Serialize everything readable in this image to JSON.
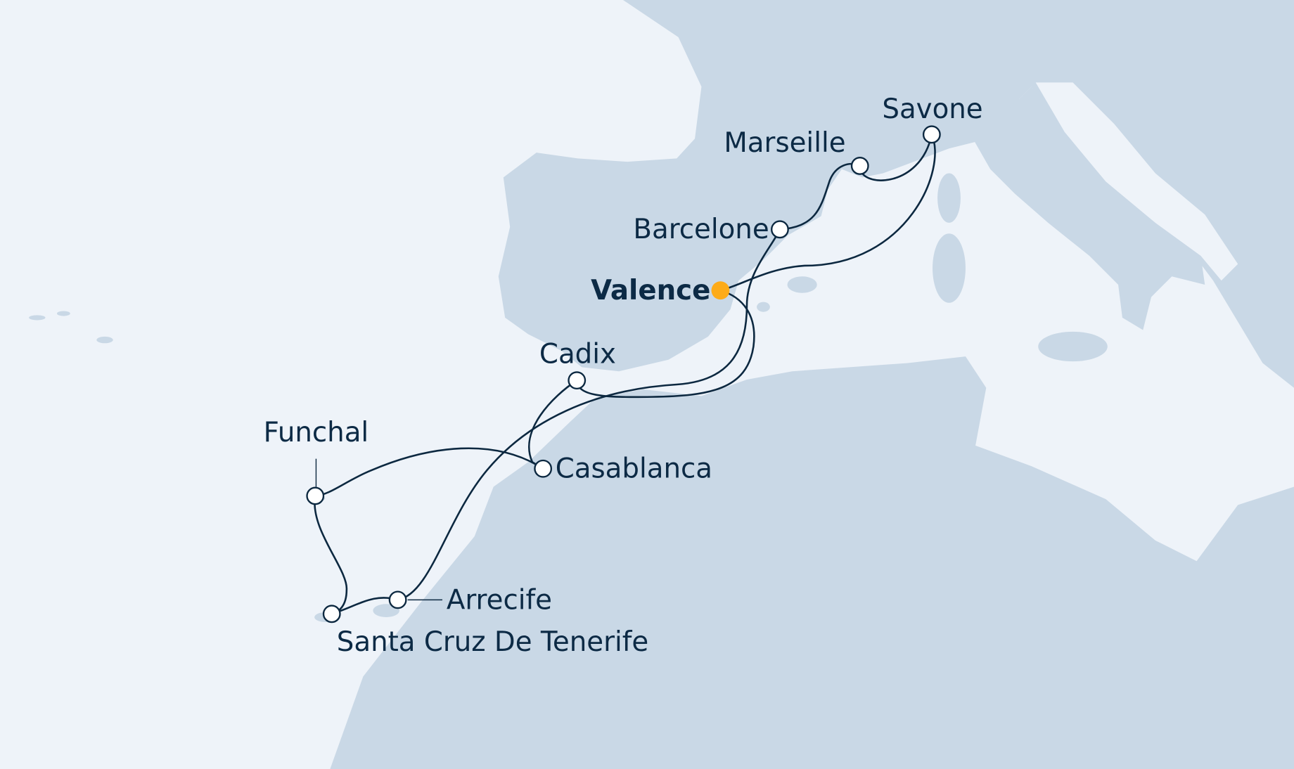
{
  "map": {
    "colors": {
      "sea": "#eef3f9",
      "land": "#c9d8e6",
      "route": "#0c2840",
      "start_port": "#fdab18"
    },
    "ports": [
      {
        "name": "Valence",
        "role": "departure"
      },
      {
        "name": "Barcelone"
      },
      {
        "name": "Marseille"
      },
      {
        "name": "Savone"
      },
      {
        "name": "Cadix"
      },
      {
        "name": "Casablanca"
      },
      {
        "name": "Funchal"
      },
      {
        "name": "Arrecife"
      },
      {
        "name": "Santa Cruz De Tenerife"
      }
    ]
  }
}
